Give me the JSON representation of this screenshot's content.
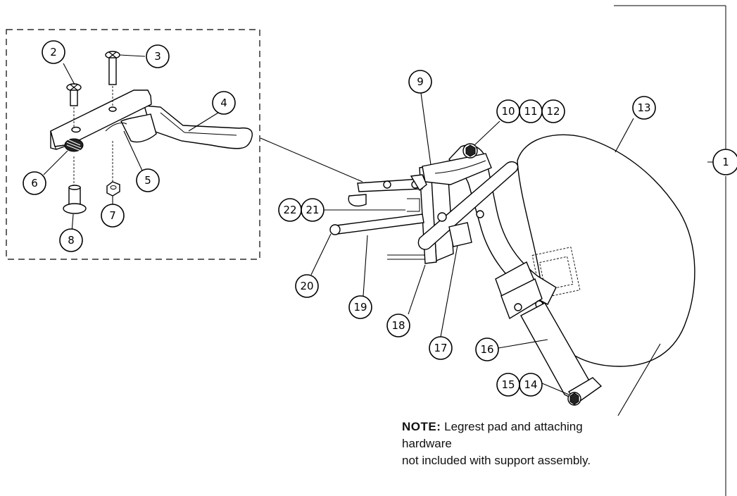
{
  "callouts": {
    "c1": "1",
    "c2": "2",
    "c3": "3",
    "c4": "4",
    "c5": "5",
    "c6": "6",
    "c7": "7",
    "c8": "8",
    "c9": "9",
    "c10": "10",
    "c11": "11",
    "c12": "12",
    "c13": "13",
    "c14": "14",
    "c15": "15",
    "c16": "16",
    "c17": "17",
    "c18": "18",
    "c19": "19",
    "c20": "20",
    "c21": "21",
    "c22": "22"
  },
  "note": {
    "label": "NOTE:",
    "line1": " Legrest pad and attaching hardware",
    "line2": "not included with support assembly."
  }
}
